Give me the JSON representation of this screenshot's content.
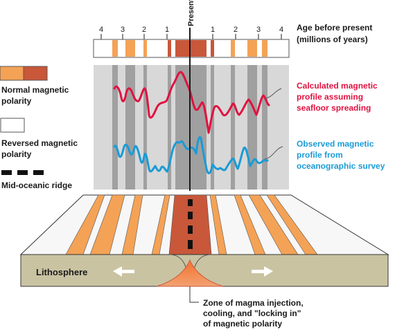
{
  "diagram": {
    "center_label": "Present",
    "age_ticks_left": [
      "4",
      "3",
      "2",
      "1"
    ],
    "age_ticks_right": [
      "1",
      "2",
      "3",
      "4"
    ],
    "age_axis_label": [
      "Age before present",
      "(millions of years)"
    ],
    "legend": {
      "normal": [
        "Normal  magnetic",
        "polarity"
      ],
      "reversed": [
        "Reversed  magnetic",
        "polarity"
      ],
      "ridge": "Mid-oceanic ridge"
    },
    "calculated_label": [
      "Calculated magnetic",
      "profile assuming",
      "seafloor spreading"
    ],
    "observed_label": [
      "Observed magnetic",
      "profile from",
      "oceanographic survey"
    ],
    "lithosphere_label": "Lithosphere",
    "zone_label": [
      "Zone of magma injection,",
      "cooling, and \"locking in\"",
      "of magnetic polarity"
    ],
    "colors": {
      "normal_orange": "#f4a256",
      "normal_red": "#c9573a",
      "reversed": "#ffffff",
      "calculated_profile": "#e0123f",
      "observed_profile": "#1a9bd6",
      "chart_background": "#d8d8d8",
      "normal_band_gray": "#a0a0a0"
    }
  }
}
